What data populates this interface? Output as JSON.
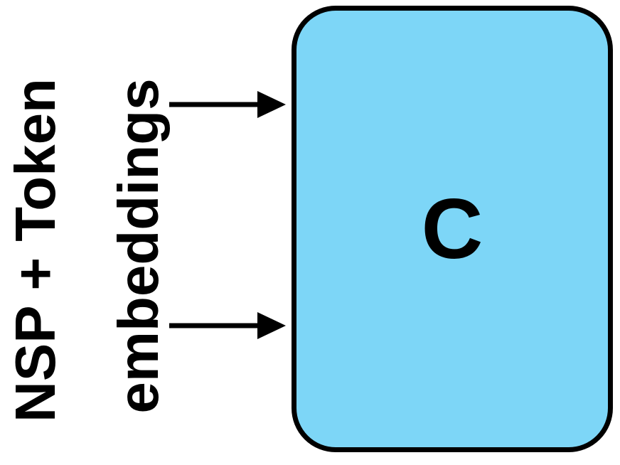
{
  "diagram": {
    "input_label": {
      "line1": "NSP + Token",
      "line2": "embeddings"
    },
    "block": {
      "label": "C",
      "fill_color": "#7dd6f7",
      "stroke_color": "#000000"
    },
    "arrows": [
      {
        "from": "input_label",
        "to": "block"
      },
      {
        "from": "input_label",
        "to": "block"
      }
    ]
  }
}
